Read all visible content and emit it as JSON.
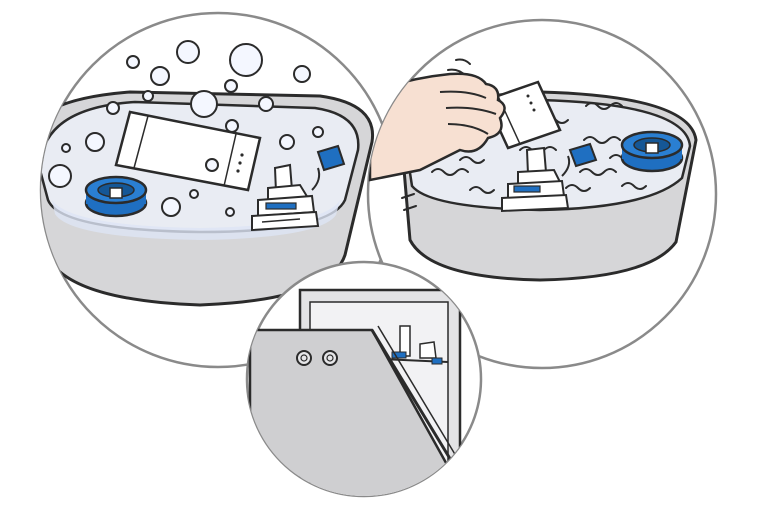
{
  "illustration": {
    "panels": [
      {
        "name": "soak-with-foam",
        "description_visible_text": ""
      },
      {
        "name": "agitate-water",
        "description_visible_text": ""
      },
      {
        "name": "dry-in-cabinet",
        "description_visible_text": ""
      }
    ],
    "colors": {
      "outline": "#2b2b2b",
      "basin_gray": "#d6d6d8",
      "basin_inner": "#e9ecf3",
      "water_tint": "#e6eefb",
      "bubble": "#f4f7ff",
      "blue_part": "#1f6fc1",
      "blue_dark": "#155796",
      "skin": "#f7e0d2",
      "circle_stroke": "#8a8a8a",
      "cabinet_gray": "#cfcfd1",
      "cabinet_inner": "#e3e3e5"
    },
    "icons": [
      "hand-icon",
      "bubble-icon",
      "wave-icon",
      "cup-icon",
      "card-icon",
      "toolkit-icon",
      "knob-icon"
    ]
  }
}
